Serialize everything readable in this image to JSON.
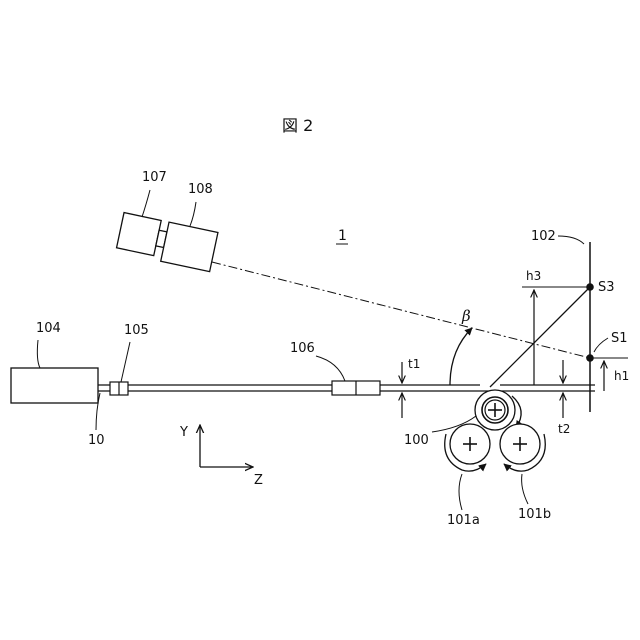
{
  "figure": {
    "title": "図 2",
    "assembly_label": "1"
  },
  "labels": {
    "l104": "104",
    "l105": "105",
    "l106": "106",
    "l107": "107",
    "l108": "108",
    "l10": "10",
    "l100": "100",
    "l101a": "101a",
    "l101b": "101b",
    "l102": "102",
    "beta": "β",
    "t1": "t1",
    "t2": "t2",
    "h1": "h1",
    "h3": "h3",
    "s1": "S1",
    "s3": "S3",
    "axis_y": "Y",
    "axis_z": "Z"
  }
}
